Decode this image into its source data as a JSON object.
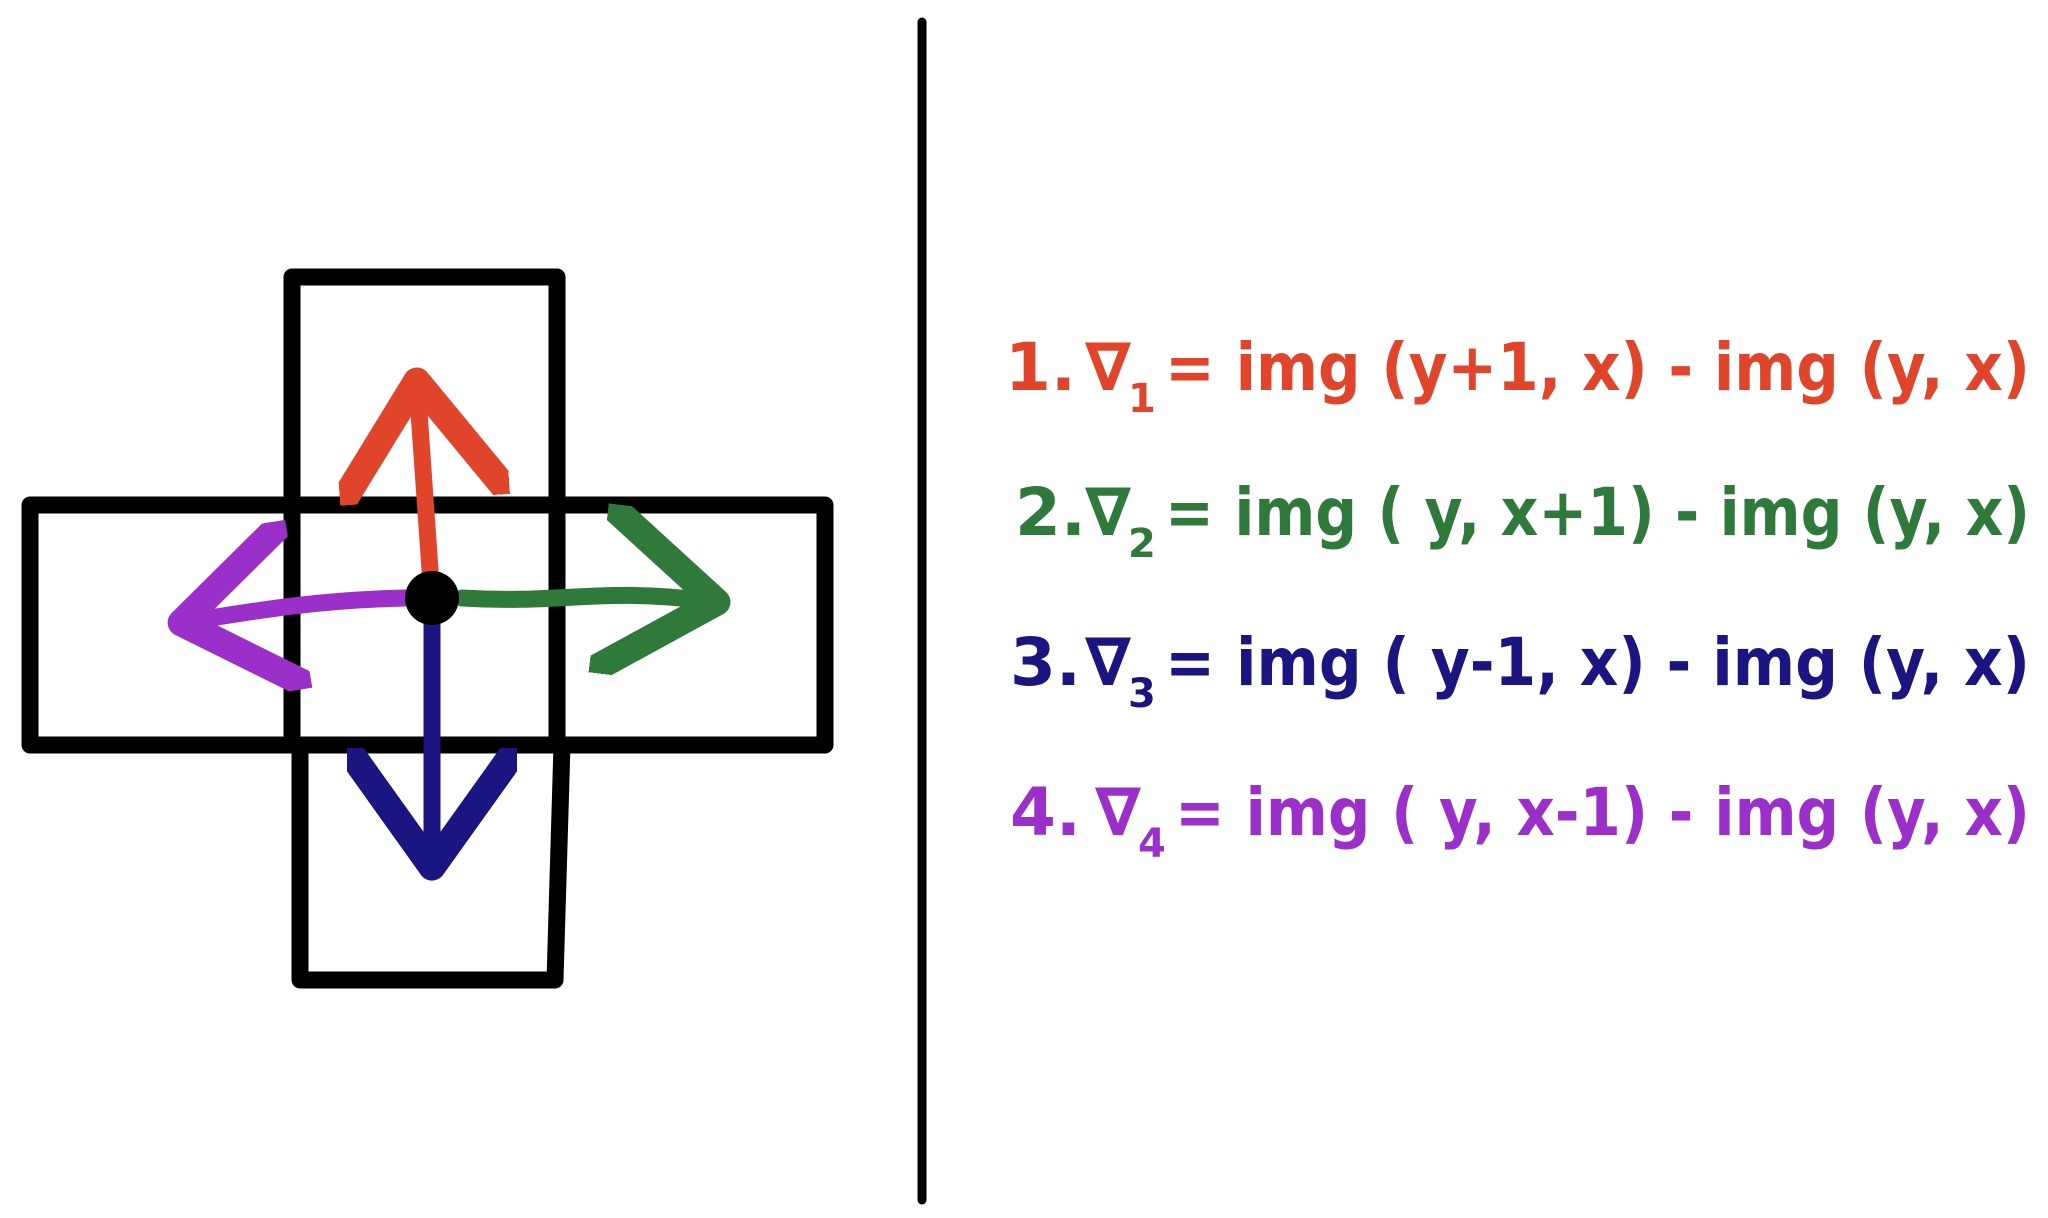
{
  "colors": {
    "background": "#ffffff",
    "grid": "#000000",
    "divider": "#000000",
    "up": "#e0452b",
    "right": "#2f7a3a",
    "down": "#1a1580",
    "left": "#9b2fc9"
  },
  "equations": [
    {
      "number": "1.",
      "nabla": "∇",
      "sub": "1",
      "rhs": "= img (y+1, x) - img (y, x)",
      "color": "#e0452b"
    },
    {
      "number": "2.",
      "nabla": "∇",
      "sub": "2",
      "rhs": "= img ( y, x+1) - img (y, x)",
      "color": "#2f7a3a"
    },
    {
      "number": "3.",
      "nabla": "∇",
      "sub": "3",
      "rhs": "= img ( y-1, x) - img (y, x)",
      "color": "#1a1580"
    },
    {
      "number": "4.",
      "nabla": "∇",
      "sub": "4",
      "rhs": "= img ( y, x-1) - img (y, x)",
      "color": "#9b2fc9"
    }
  ]
}
